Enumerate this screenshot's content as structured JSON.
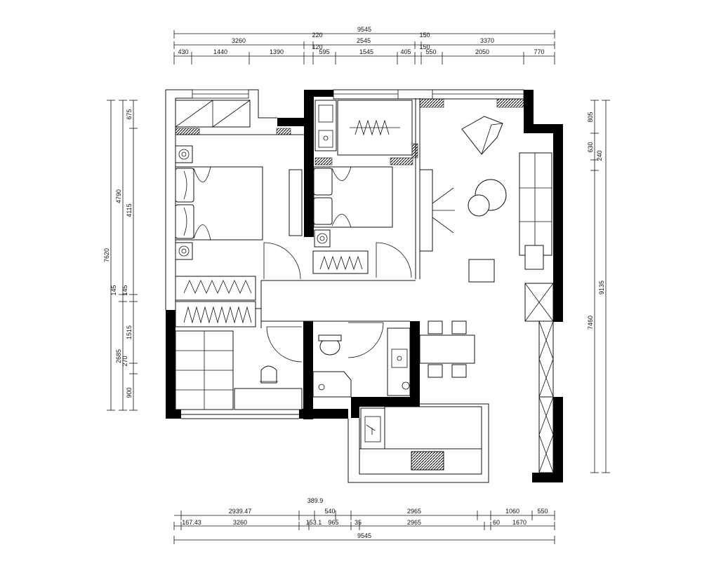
{
  "top_dims": {
    "row1": [
      "9545"
    ],
    "row2": [
      "3260",
      "220",
      "2545",
      "150",
      "3370"
    ],
    "row3": [
      "430",
      "1440",
      "1390",
      "120",
      "595",
      "1545",
      "405",
      "150",
      "550",
      "2050",
      "770"
    ]
  },
  "bottom_dims": {
    "row1": [
      "2939.47",
      "389.9",
      "540",
      "2965",
      "1060",
      "550"
    ],
    "row2": [
      "167.43",
      "3260",
      "153.1",
      "965",
      "35",
      "2965",
      "60",
      "1670"
    ],
    "row3": [
      "9545"
    ]
  },
  "left_dims": {
    "outer": [
      "7620"
    ],
    "mid": [
      "4790",
      "145",
      "2685"
    ],
    "inner": [
      "675",
      "4115",
      "145",
      "1515",
      "270",
      "900"
    ]
  },
  "right_dims": {
    "outer": [
      "9135"
    ],
    "inner": [
      "805",
      "630",
      "240",
      "7460"
    ]
  }
}
